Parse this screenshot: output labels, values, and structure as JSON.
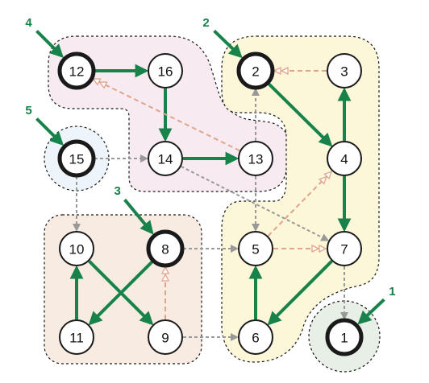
{
  "colors": {
    "tree": "#17824a",
    "back": "#e0a48a",
    "cross": "#999999",
    "node_stroke": "#1a1a1a",
    "region_pink": "#f7ebf1",
    "region_yellow": "#fcf7d8",
    "region_peach": "#f8ece2",
    "region_blue": "#edf4fa",
    "region_green": "#e7efe6"
  },
  "nodes": [
    {
      "id": "1",
      "label": "1",
      "root": true,
      "order": "1"
    },
    {
      "id": "2",
      "label": "2",
      "root": true,
      "order": "2"
    },
    {
      "id": "3",
      "label": "3",
      "root": false
    },
    {
      "id": "4",
      "label": "4",
      "root": false
    },
    {
      "id": "5",
      "label": "5",
      "root": false
    },
    {
      "id": "6",
      "label": "6",
      "root": false
    },
    {
      "id": "7",
      "label": "7",
      "root": false
    },
    {
      "id": "8",
      "label": "8",
      "root": true,
      "order": "3"
    },
    {
      "id": "9",
      "label": "9",
      "root": false
    },
    {
      "id": "10",
      "label": "10",
      "root": false
    },
    {
      "id": "11",
      "label": "11",
      "root": false
    },
    {
      "id": "12",
      "label": "12",
      "root": true,
      "order": "4"
    },
    {
      "id": "13",
      "label": "13",
      "root": false
    },
    {
      "id": "14",
      "label": "14",
      "root": false
    },
    {
      "id": "15",
      "label": "15",
      "root": true,
      "order": "5"
    },
    {
      "id": "16",
      "label": "16",
      "root": false
    }
  ],
  "edges": [
    {
      "from": "12",
      "to": "16",
      "type": "tree"
    },
    {
      "from": "16",
      "to": "14",
      "type": "tree"
    },
    {
      "from": "14",
      "to": "13",
      "type": "tree"
    },
    {
      "from": "13",
      "to": "12",
      "type": "back"
    },
    {
      "from": "2",
      "to": "4",
      "type": "tree"
    },
    {
      "from": "4",
      "to": "3",
      "type": "tree"
    },
    {
      "from": "3",
      "to": "2",
      "type": "back"
    },
    {
      "from": "4",
      "to": "7",
      "type": "tree"
    },
    {
      "from": "7",
      "to": "6",
      "type": "tree"
    },
    {
      "from": "6",
      "to": "5",
      "type": "tree"
    },
    {
      "from": "5",
      "to": "4",
      "type": "back"
    },
    {
      "from": "5",
      "to": "7",
      "type": "back"
    },
    {
      "from": "13",
      "to": "2",
      "type": "cross"
    },
    {
      "from": "13",
      "to": "5",
      "type": "cross"
    },
    {
      "from": "14",
      "to": "7",
      "type": "cross"
    },
    {
      "from": "15",
      "to": "14",
      "type": "cross"
    },
    {
      "from": "15",
      "to": "10",
      "type": "cross"
    },
    {
      "from": "8",
      "to": "11",
      "type": "tree"
    },
    {
      "from": "11",
      "to": "10",
      "type": "tree"
    },
    {
      "from": "10",
      "to": "9",
      "type": "tree"
    },
    {
      "from": "9",
      "to": "8",
      "type": "back"
    },
    {
      "from": "8",
      "to": "5",
      "type": "cross"
    },
    {
      "from": "9",
      "to": "6",
      "type": "cross"
    },
    {
      "from": "7",
      "to": "1",
      "type": "cross"
    }
  ]
}
